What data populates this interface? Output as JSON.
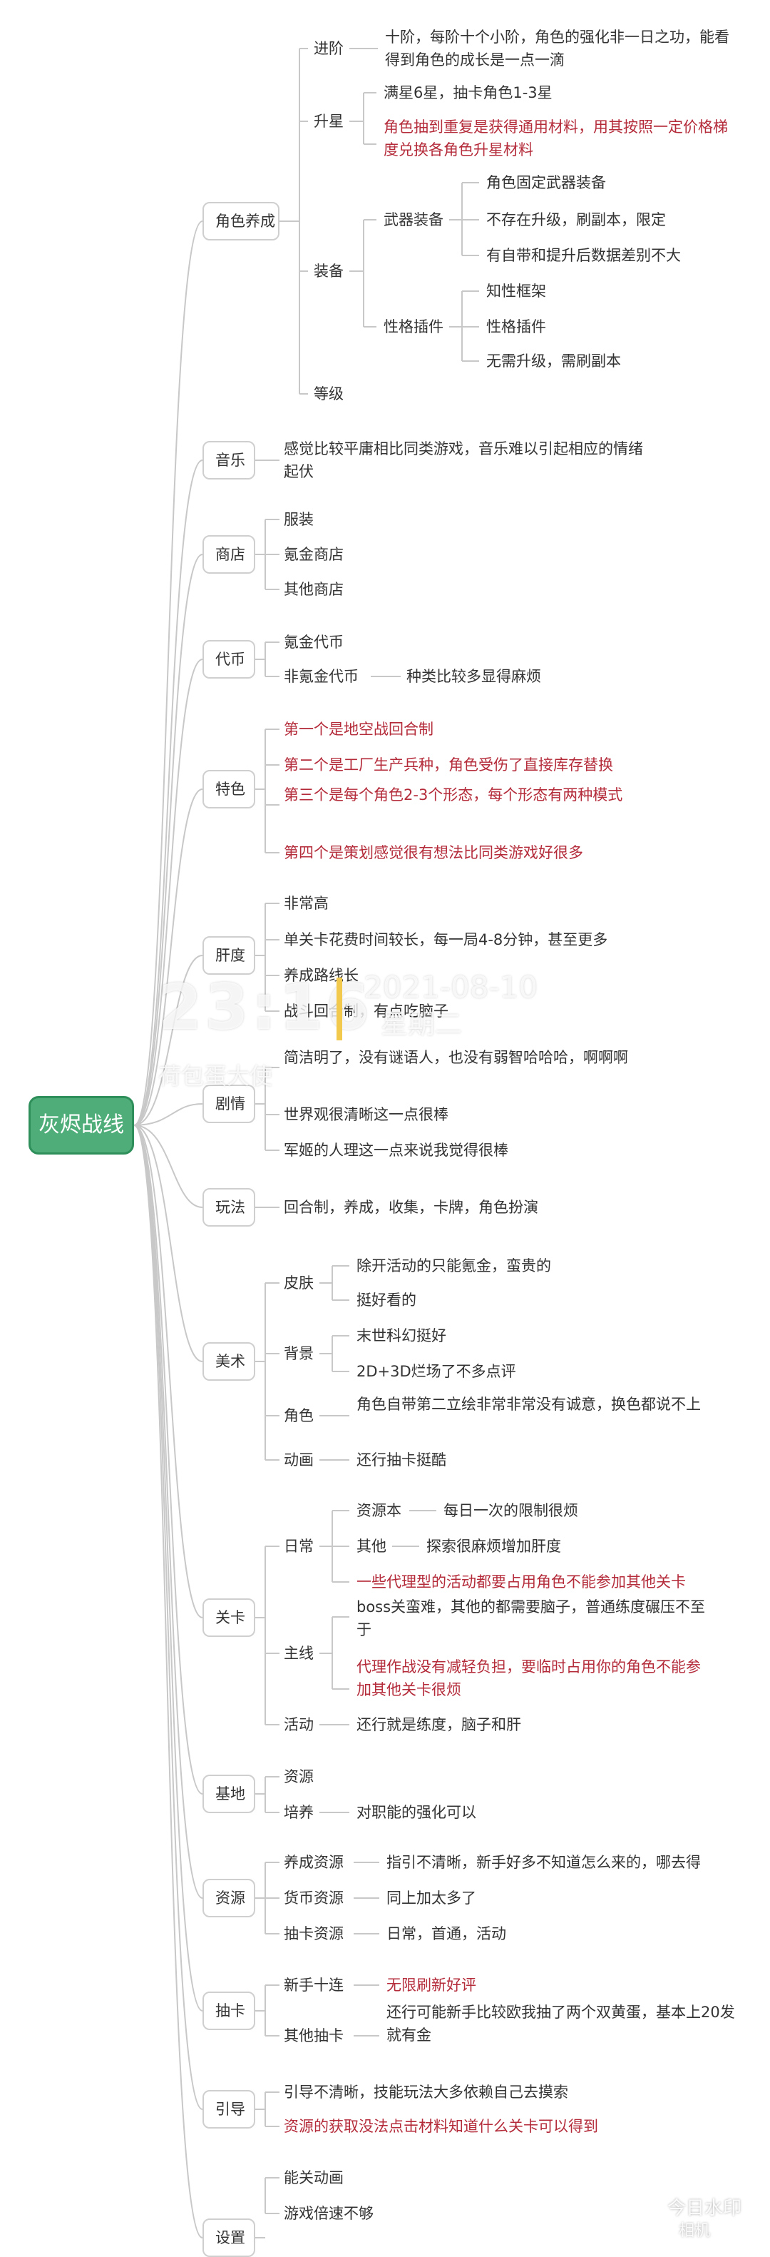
{
  "root": "灰烬战线",
  "b1": {
    "label": "角色养成",
    "jinjie": {
      "label": "进阶",
      "text": "十阶，每阶十个小阶，角色的强化非一日之功，能看得到角色的成长是一点一滴"
    },
    "shengxing": {
      "label": "升星",
      "t1": "满星6星，抽卡角色1-3星",
      "t2": "角色抽到重复是获得通用材料，用其按照一定价格梯度兑换各角色升星材料"
    },
    "zhuangbei": {
      "label": "装备",
      "wuqi": {
        "label": "武器装备",
        "items": [
          "角色固定武器装备",
          "不存在升级，刷副本，限定",
          "有自带和提升后数据差别不大"
        ]
      },
      "xingge": {
        "label": "性格插件",
        "items": [
          "知性框架",
          "性格插件",
          "无需升级，需刷副本"
        ]
      }
    },
    "dengji": "等级"
  },
  "b2": {
    "label": "音乐",
    "text": "感觉比较平庸相比同类游戏，音乐难以引起相应的情绪起伏"
  },
  "b3": {
    "label": "商店",
    "items": [
      "服装",
      "氪金商店",
      "其他商店"
    ]
  },
  "b4": {
    "label": "代币",
    "i1": "氪金代币",
    "i2": "非氪金代币",
    "i2note": "种类比较多显得麻烦"
  },
  "b5": {
    "label": "特色",
    "items": [
      "第一个是地空战回合制",
      "第二个是工厂生产兵种，角色受伤了直接库存替换",
      "第三个是每个角色2-3个形态，每个形态有两种模式",
      "第四个是策划感觉很有想法比同类游戏好很多"
    ]
  },
  "b6": {
    "label": "肝度",
    "items": [
      "非常高",
      "单关卡花费时间较长，每一局4-8分钟，甚至更多",
      "养成路线长",
      "战斗回合制，有点吃脑子"
    ]
  },
  "b7": {
    "label": "剧情",
    "items": [
      "简洁明了，没有谜语人，也没有弱智哈哈哈，啊啊啊",
      "世界观很清晰这一点很棒",
      "军姬的人理这一点来说我觉得很棒"
    ]
  },
  "b8": {
    "label": "玩法",
    "text": "回合制，养成，收集，卡牌，角色扮演"
  },
  "b9": {
    "label": "美术",
    "pifu": {
      "label": "皮肤",
      "items": [
        "除开活动的只能氪金，蛮贵的",
        "挺好看的"
      ]
    },
    "beijing": {
      "label": "背景",
      "items": [
        "末世科幻挺好",
        "2D+3D烂场了不多点评"
      ]
    },
    "juese": {
      "label": "角色",
      "text": "角色自带第二立绘非常非常没有诚意，换色都说不上"
    },
    "donghua": {
      "label": "动画",
      "text": "还行抽卡挺酷"
    }
  },
  "b10": {
    "label": "关卡",
    "richang": {
      "label": "日常",
      "ziyuanben": "资源本",
      "ziyuanben_note": "每日一次的限制很烦",
      "qita": "其他",
      "qita_note": "探索很麻烦增加肝度",
      "red": "一些代理型的活动都要占用角色不能参加其他关卡"
    },
    "zhuxian": {
      "label": "主线",
      "t1": "boss关蛮难，其他的都需要脑子，普通练度碾压不至于",
      "t2": "代理作战没有减轻负担，要临时占用你的角色不能参加其他关卡很烦"
    },
    "huodong": {
      "label": "活动",
      "text": "还行就是练度，脑子和肝"
    }
  },
  "b11": {
    "label": "基地",
    "i1": "资源",
    "i2": "培养",
    "i2note": "对职能的强化可以"
  },
  "b12": {
    "label": "资源",
    "items": [
      {
        "label": "养成资源",
        "note": "指引不清晰，新手好多不知道怎么来的，哪去得"
      },
      {
        "label": "货币资源",
        "note": "同上加太多了"
      },
      {
        "label": "抽卡资源",
        "note": "日常，首通，活动"
      }
    ]
  },
  "b13": {
    "label": "抽卡",
    "i1": "新手十连",
    "i1note": "无限刷新好评",
    "i2": "其他抽卡",
    "i2note": "还行可能新手比较欧我抽了两个双黄蛋，基本上20发就有金"
  },
  "b14": {
    "label": "引导",
    "t1": "引导不清晰，技能玩法大多依赖自己去摸索",
    "t2": "资源的获取没法点击材料知道什么关卡可以得到"
  },
  "b15": {
    "label": "设置",
    "items": [
      "能关动画",
      "游戏倍速不够"
    ]
  },
  "watermark": {
    "time": "23:16",
    "date": "2021-08-10",
    "weekday": "星期二",
    "author": "荷包蛋大使",
    "stamp1": "今日水印",
    "stamp2": "相机"
  },
  "colors": {
    "line": "#c8c8c8",
    "root": "#4fad79",
    "red": "#b42b3a"
  }
}
